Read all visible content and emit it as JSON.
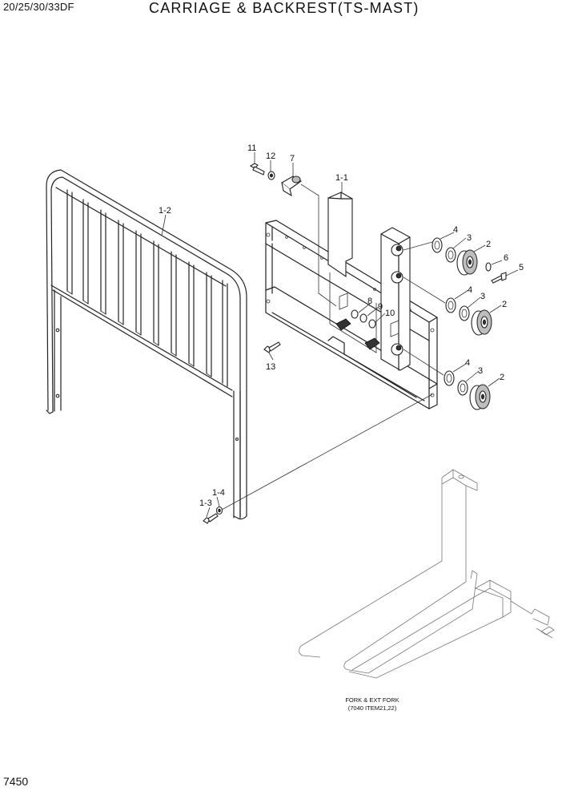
{
  "header": {
    "model": "20/25/30/33DF",
    "title": "CARRIAGE & BACKREST(TS-MAST)"
  },
  "footer": {
    "page_number": "7450"
  },
  "fork_note": {
    "line1": "FORK & EXT FORK",
    "line2": "(7040 ITEM21,22)"
  },
  "callouts": {
    "c11": "11",
    "c12": "12",
    "c7": "7",
    "c1_1": "1-1",
    "c1_2": "1-2",
    "c4a": "4",
    "c3a": "3",
    "c2a": "2",
    "c6": "6",
    "c5": "5",
    "c8": "8",
    "c9": "9",
    "c10": "10",
    "c4b": "4",
    "c3b": "3",
    "c2b": "2",
    "c13": "13",
    "c4c": "4",
    "c3c": "3",
    "c2c": "2",
    "c1_4": "1-4",
    "c1_3": "1-3"
  }
}
